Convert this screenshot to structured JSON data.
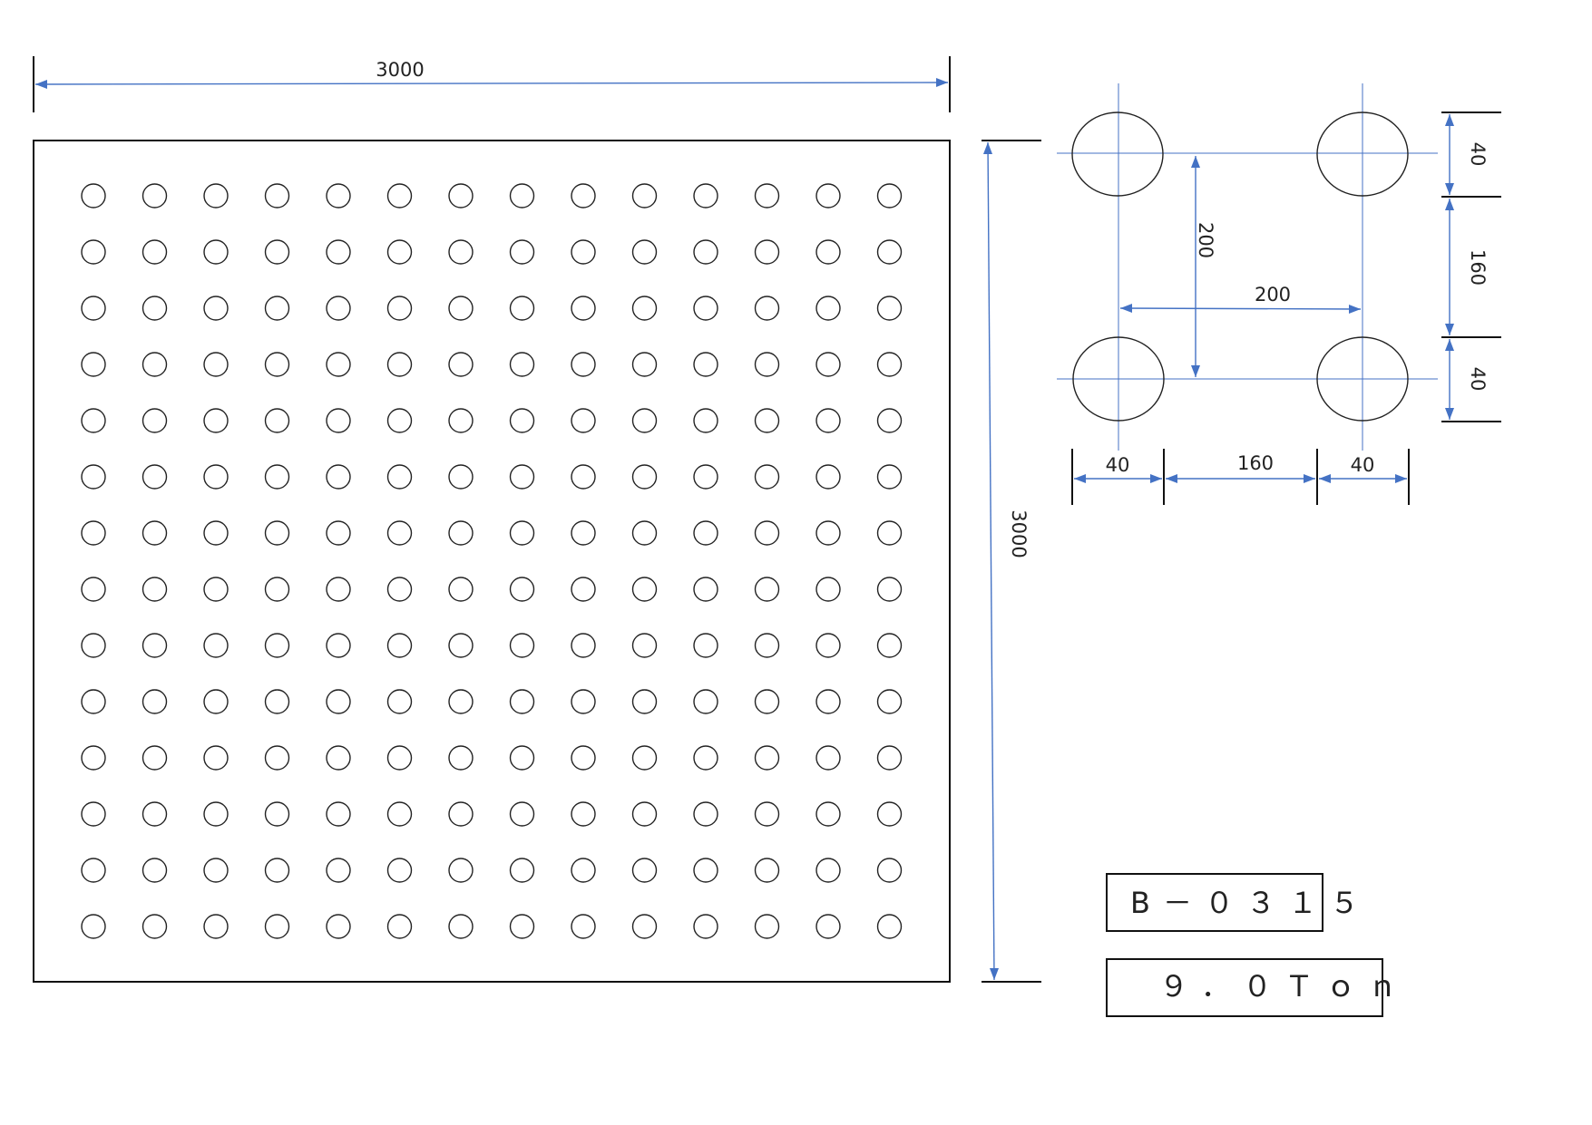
{
  "main_view": {
    "width_label": "3000",
    "height_label": "3000",
    "hole_rows": 14,
    "hole_cols": 14
  },
  "detail_view": {
    "pitch_vertical_label": "200",
    "pitch_horizontal_label": "200",
    "right_dims": [
      "40",
      "160",
      "40"
    ],
    "bottom_dims": [
      "40",
      "160",
      "40"
    ]
  },
  "labels": {
    "part_code": "B－０３１５",
    "weight": "９．０Ｔｏｎ"
  },
  "colors": {
    "outline": "#111111",
    "dimension": "#4472C4"
  }
}
